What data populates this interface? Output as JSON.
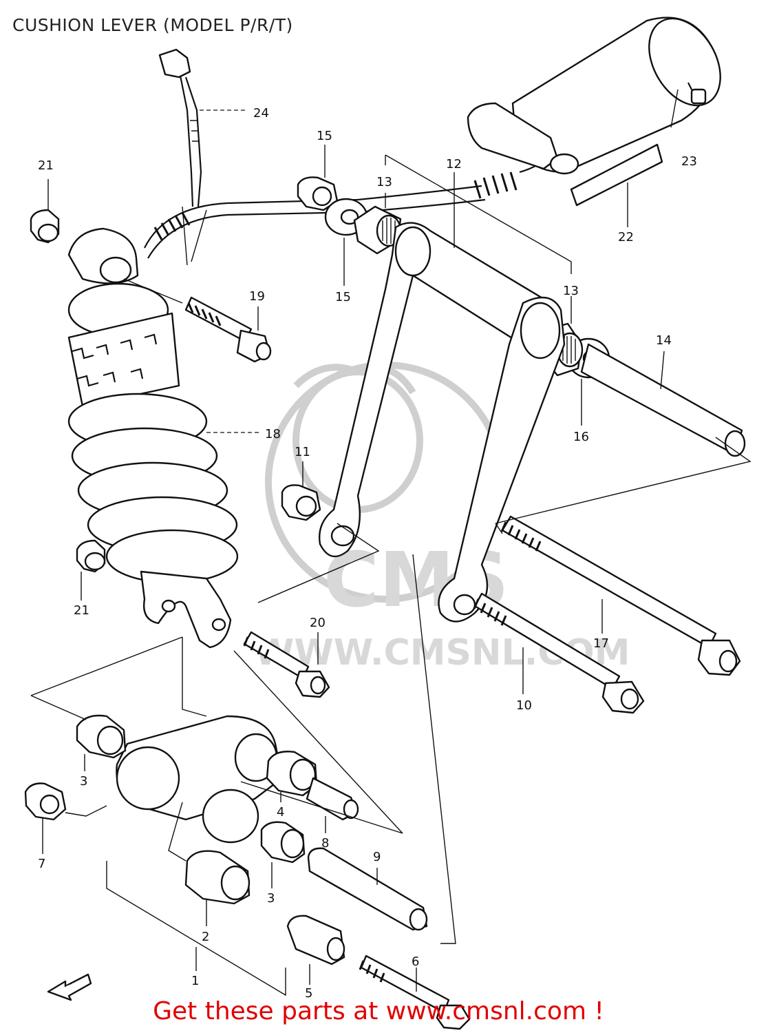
{
  "title": "CUSHION LEVER (MODEL P/R/T)",
  "banner": "Get these parts at www.cmsnl.com !",
  "watermark": {
    "brand": "CMS",
    "site": "WWW.CMSNL.COM"
  },
  "front_arrow": "FWD",
  "callouts": [
    {
      "id": "c1",
      "label": "1"
    },
    {
      "id": "c2",
      "label": "2"
    },
    {
      "id": "c3a",
      "label": "3"
    },
    {
      "id": "c3b",
      "label": "3"
    },
    {
      "id": "c4",
      "label": "4"
    },
    {
      "id": "c5",
      "label": "5"
    },
    {
      "id": "c6",
      "label": "6"
    },
    {
      "id": "c7",
      "label": "7"
    },
    {
      "id": "c8",
      "label": "8"
    },
    {
      "id": "c9",
      "label": "9"
    },
    {
      "id": "c10",
      "label": "10"
    },
    {
      "id": "c11",
      "label": "11"
    },
    {
      "id": "c12",
      "label": "12"
    },
    {
      "id": "c13a",
      "label": "13"
    },
    {
      "id": "c13b",
      "label": "13"
    },
    {
      "id": "c14",
      "label": "14"
    },
    {
      "id": "c15a",
      "label": "15"
    },
    {
      "id": "c15b",
      "label": "15"
    },
    {
      "id": "c16",
      "label": "16"
    },
    {
      "id": "c17",
      "label": "17"
    },
    {
      "id": "c18",
      "label": "18"
    },
    {
      "id": "c19",
      "label": "19"
    },
    {
      "id": "c20",
      "label": "20"
    },
    {
      "id": "c21a",
      "label": "21"
    },
    {
      "id": "c21b",
      "label": "21"
    },
    {
      "id": "c22",
      "label": "22"
    },
    {
      "id": "c23",
      "label": "23"
    },
    {
      "id": "c24",
      "label": "24"
    }
  ]
}
